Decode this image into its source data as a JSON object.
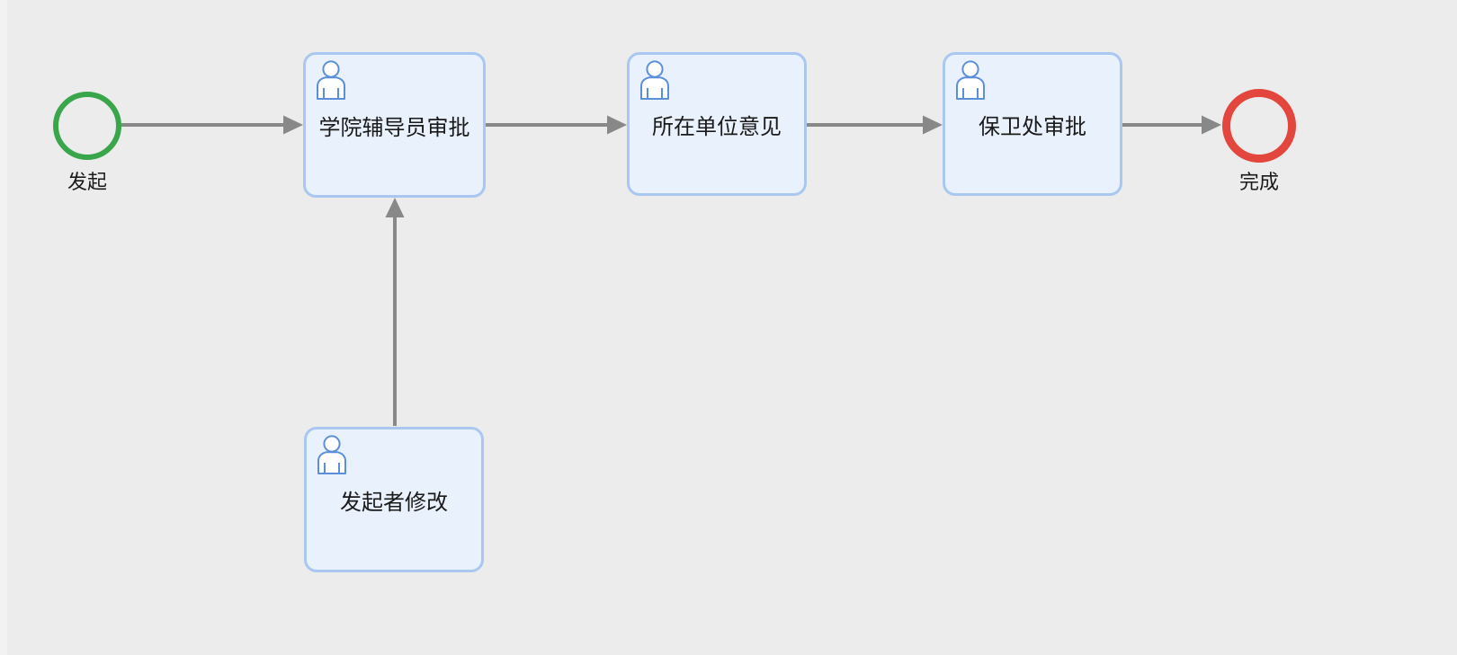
{
  "diagram": {
    "type": "workflow-flowchart",
    "colors": {
      "background": "#ececec",
      "side_strip": "#f2f2f2",
      "node_fill": "#e9f1fc",
      "node_border": "#a9c7f0",
      "user_icon_stroke": "#5b8fd9",
      "arrow": "#888888",
      "start_event": "#3aa64b",
      "end_event": "#e2463c",
      "text": "#1a1a1a"
    },
    "start_event": {
      "id": "start",
      "label": "发起"
    },
    "end_event": {
      "id": "end",
      "label": "完成"
    },
    "tasks": [
      {
        "id": "college-counselor-approval",
        "label": "学院辅导员审批",
        "icon": "user-icon"
      },
      {
        "id": "unit-opinion",
        "label": "所在单位意见",
        "icon": "user-icon"
      },
      {
        "id": "security-office-approval",
        "label": "保卫处审批",
        "icon": "user-icon"
      },
      {
        "id": "initiator-modify",
        "label": "发起者修改",
        "icon": "user-icon"
      }
    ],
    "flows": [
      {
        "from": "start",
        "to": "college-counselor-approval"
      },
      {
        "from": "college-counselor-approval",
        "to": "unit-opinion"
      },
      {
        "from": "unit-opinion",
        "to": "security-office-approval"
      },
      {
        "from": "security-office-approval",
        "to": "end"
      },
      {
        "from": "initiator-modify",
        "to": "college-counselor-approval"
      }
    ]
  }
}
